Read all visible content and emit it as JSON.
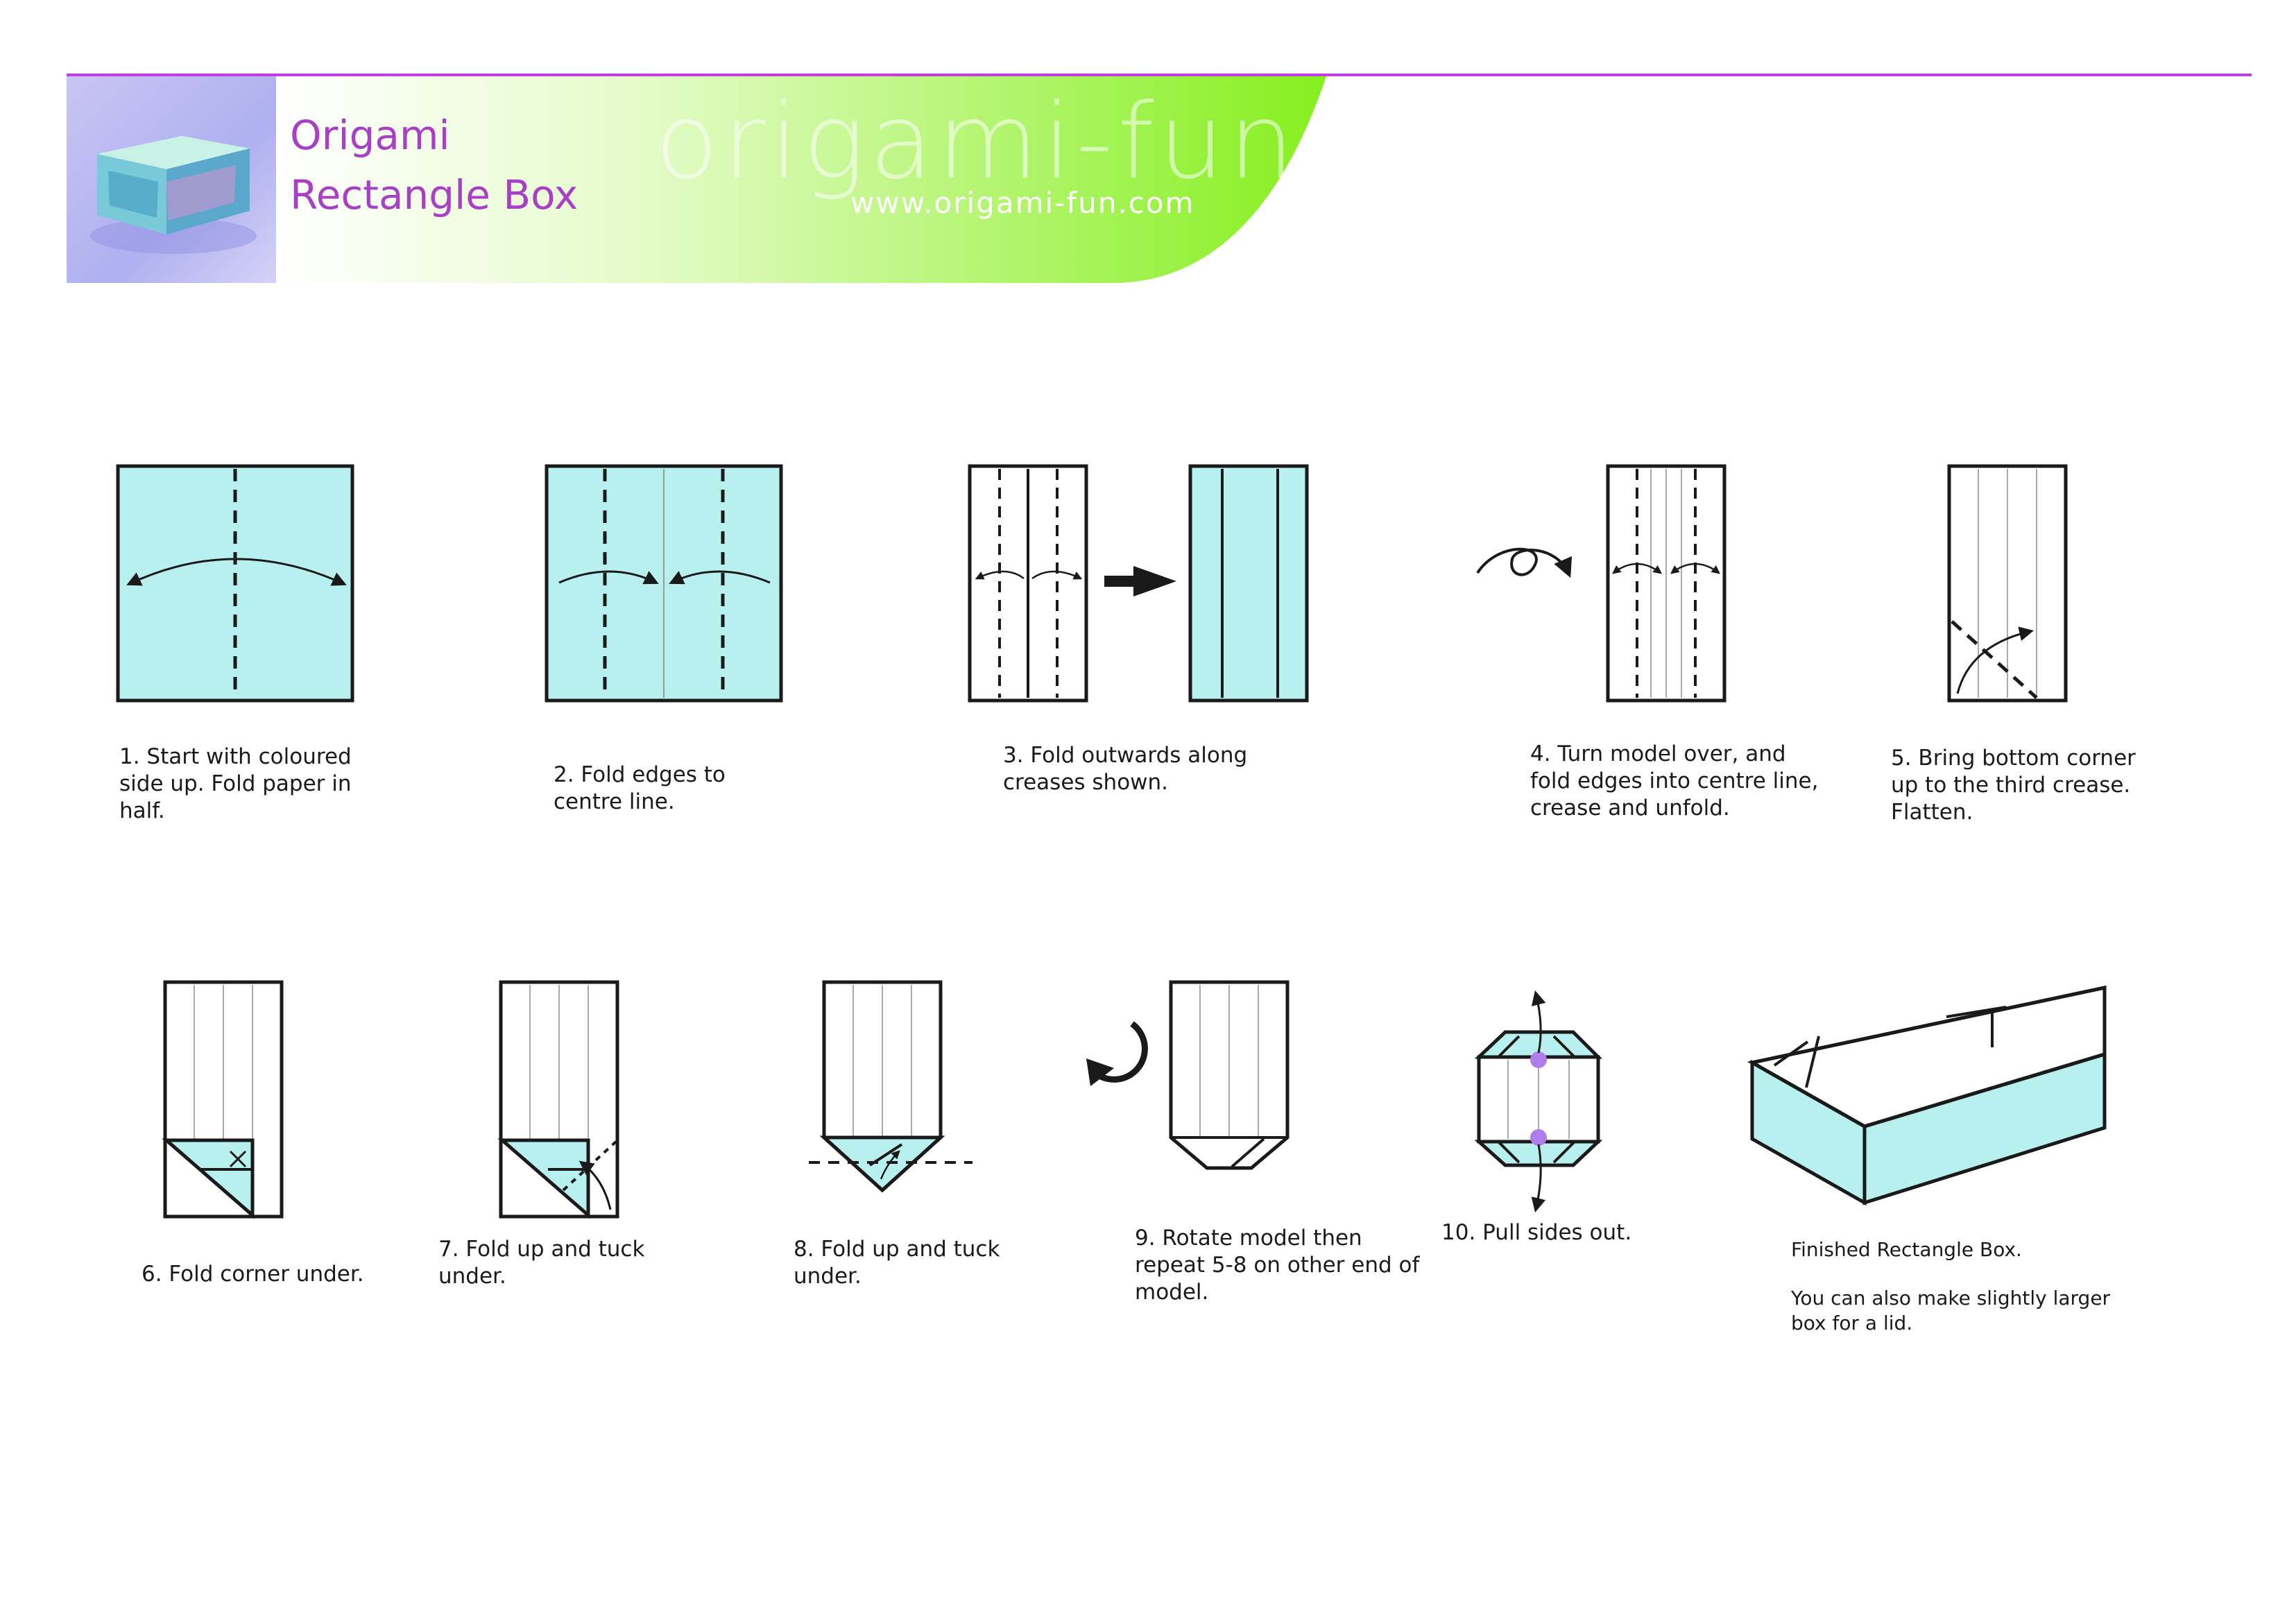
{
  "header": {
    "title_line1": "Origami",
    "title_line2": "Rectangle Box",
    "brand": "origami-fun",
    "url": "www.origami-fun.com",
    "colors": {
      "accent": "#a93fc7",
      "band": "#86ef1e",
      "paper": "#b8f0f0"
    }
  },
  "steps": [
    {
      "caption": "1. Start with coloured\nside up. Fold paper in\nhalf."
    },
    {
      "caption": "2. Fold edges to\ncentre line."
    },
    {
      "caption": "3. Fold outwards along\ncreases shown."
    },
    {
      "caption": "4. Turn model over, and\nfold edges into centre line,\ncrease and unfold."
    },
    {
      "caption": "5. Bring bottom corner\nup to the third crease.\nFlatten."
    },
    {
      "caption": "6. Fold corner under."
    },
    {
      "caption": "7. Fold up and tuck\nunder."
    },
    {
      "caption": "8. Fold up and tuck\nunder."
    },
    {
      "caption": "9. Rotate model then\nrepeat 5-8 on other end of\nmodel."
    },
    {
      "caption": "10. Pull sides out."
    }
  ],
  "finished": {
    "caption": "Finished Rectangle Box.",
    "note": "You can also make slightly larger\nbox for a lid."
  }
}
